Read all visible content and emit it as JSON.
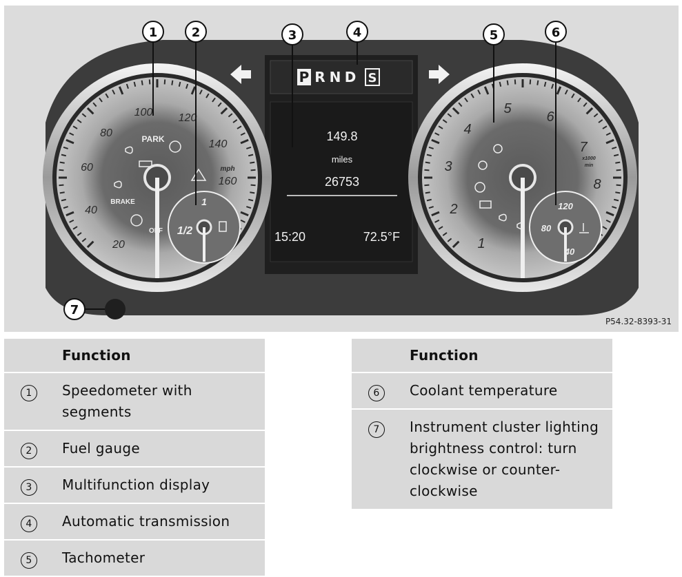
{
  "figure": {
    "code": "P54.32-8393-31",
    "callouts": [
      "1",
      "2",
      "3",
      "4",
      "5",
      "6",
      "7"
    ],
    "gear_selector": {
      "park": "P",
      "reverse": "R",
      "neutral": "N",
      "drive": "D",
      "mode": "S"
    },
    "display": {
      "trip_value": "149.8",
      "unit": "miles",
      "odometer": "26753",
      "time": "15:20",
      "outside_temp": "72.5°F"
    },
    "speedometer": {
      "ticks": [
        "20",
        "40",
        "60",
        "80",
        "100",
        "120",
        "140",
        "160"
      ],
      "unit": "mph",
      "park_label": "PARK",
      "brake_label": "BRAKE",
      "off_label": "OFF"
    },
    "fuel_gauge": {
      "half_label": "1/2",
      "full_label": "1"
    },
    "tachometer": {
      "ticks": [
        "1",
        "2",
        "3",
        "4",
        "5",
        "6",
        "7",
        "8"
      ],
      "unit_line1": "x1000",
      "unit_line2": "min"
    },
    "coolant_gauge": {
      "ticks": [
        "40",
        "80",
        "120"
      ]
    }
  },
  "tables": {
    "left": {
      "header": "Function",
      "rows": [
        {
          "num": "1",
          "text": "Speedometer with segments"
        },
        {
          "num": "2",
          "text": "Fuel gauge"
        },
        {
          "num": "3",
          "text": "Multifunction display"
        },
        {
          "num": "4",
          "text": "Automatic transmission"
        },
        {
          "num": "5",
          "text": "Tachometer"
        }
      ]
    },
    "right": {
      "header": "Function",
      "rows": [
        {
          "num": "6",
          "text": "Coolant temperature"
        },
        {
          "num": "7",
          "text": "Instrument cluster lighting brightness control: turn clockwise or counter-clockwise"
        }
      ]
    }
  }
}
